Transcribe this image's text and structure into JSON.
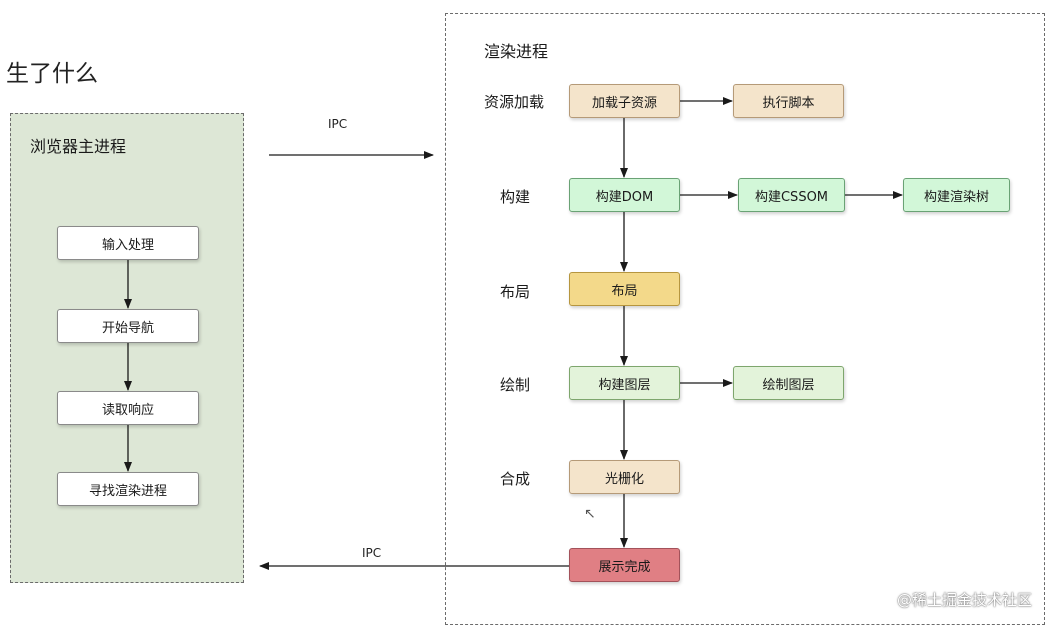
{
  "heading": "生了什么",
  "main_process": {
    "title": "浏览器主进程",
    "steps": [
      "输入处理",
      "开始导航",
      "读取响应",
      "寻找渲染进程"
    ]
  },
  "render_process": {
    "title": "渲染进程",
    "stages": {
      "resource_loading": "资源加载",
      "build": "构建",
      "layout": "布局",
      "paint": "绘制",
      "composite": "合成"
    },
    "nodes": {
      "load_subresources": "加载子资源",
      "run_scripts": "执行脚本",
      "build_dom": "构建DOM",
      "build_cssom": "构建CSSOM",
      "build_render_tree": "构建渲染树",
      "layout": "布局",
      "build_layers": "构建图层",
      "paint_layers": "绘制图层",
      "rasterize": "光栅化",
      "display_done": "展示完成"
    }
  },
  "ipc": {
    "top": "IPC",
    "bottom": "IPC"
  },
  "watermark": "@稀土掘金技术社区",
  "colors": {
    "main_panel_bg": "#dde7d6",
    "tan": "#f4e4cb",
    "green": "#d2f7d8",
    "yellow": "#f3d98a",
    "red": "#e07f84"
  }
}
